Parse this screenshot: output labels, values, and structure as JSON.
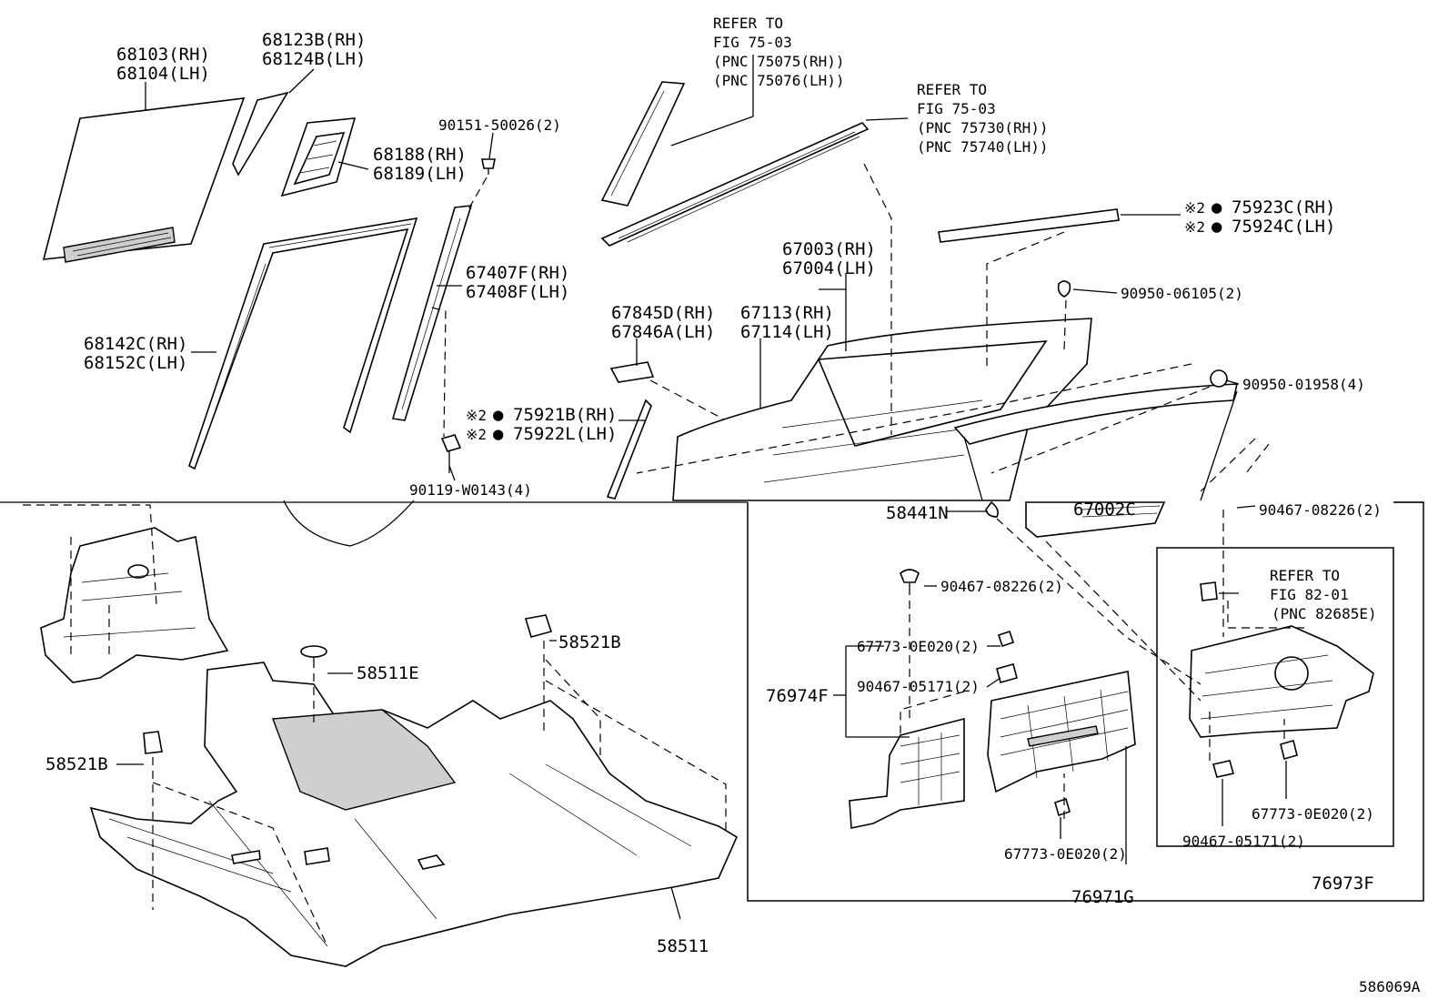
{
  "diagram": {
    "figure_id": "586069A",
    "callouts": {
      "glass_1": "68103(RH)",
      "glass_2": "68104(LH)",
      "quarter_glass_1": "68123B(RH)",
      "quarter_glass_2": "68124B(LH)",
      "quarter_frame_1": "68188(RH)",
      "quarter_frame_2": "68189(LH)",
      "screw_top": "90151-50026(2)",
      "run_channel_1": "68142C(RH)",
      "run_channel_2": "68152C(LH)",
      "division_bar_1": "67407F(RH)",
      "division_bar_2": "67408F(LH)",
      "mark_a_1": "※2",
      "mark_b_1": "●",
      "molding_a_1": "75921B(RH)",
      "mark_a_2": "※2",
      "mark_b_2": "●",
      "molding_a_2": "75922L(LH)",
      "bolt": "90119-W0143(4)",
      "ref_a": [
        "REFER TO",
        "FIG 75-03",
        "(PNC 75075(RH))",
        "(PNC 75076(LH))"
      ],
      "ref_b": [
        "REFER TO",
        "FIG 75-03",
        "(PNC 75730(RH))",
        "(PNC 75740(LH))"
      ],
      "mark_a_3": "※2",
      "mark_b_3": "●",
      "molding_b_1": "75923C(RH)",
      "mark_a_4": "※2",
      "mark_b_4": "●",
      "molding_b_2": "75924C(LH)",
      "door_panel_1": "67003(RH)",
      "door_panel_2": "67004(LH)",
      "inner_frame_1": "67113(RH)",
      "inner_frame_2": "67114(LH)",
      "bracket_1": "67845D(RH)",
      "bracket_2": "67846A(LH)",
      "clip_top": "90950-06105(2)",
      "clip_side": "90950-01958(4)",
      "clip_a": "58441N",
      "clip_b": "90467-08226(2)",
      "partial_label": "67002C",
      "clip_c": "90467-08226(2)",
      "nut_a": "67773-0E020(2)",
      "clip_d": "90467-05171(2)",
      "cover_a": "76974F",
      "nut_b": "67773-0E020(2)",
      "cover_b": "76971G",
      "ref_c": [
        "REFER TO",
        "FIG 82-01",
        "(PNC 82685E)"
      ],
      "nut_c": "67773-0E020(2)",
      "clip_e": "90467-05171(2)",
      "cover_c": "76973F",
      "carpet_clip_1": "58521B",
      "carpet_plug": "58511E",
      "carpet_clip_2": "58521B",
      "carpet": "58511"
    }
  }
}
